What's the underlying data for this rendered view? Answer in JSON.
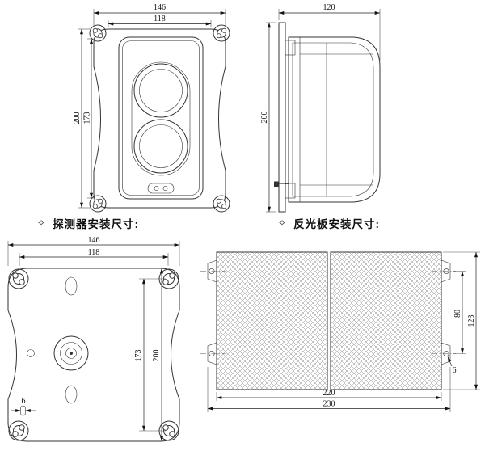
{
  "colors": {
    "ink": "#222222",
    "background": "#ffffff"
  },
  "sections": {
    "detector": {
      "bullet": "✧",
      "text": "探测器安装尺寸:"
    },
    "reflector": {
      "bullet": "✧",
      "text": "反光板安装尺寸:"
    }
  },
  "front_view": {
    "outer_width": "146",
    "hole_width": "118",
    "outer_height": "200",
    "hole_height": "173"
  },
  "side_view": {
    "depth": "120",
    "height": "200"
  },
  "plate_view": {
    "outer_width": "146",
    "hole_width": "118",
    "hole_height": "173",
    "outer_height": "200",
    "slot_width": "6"
  },
  "reflector_view": {
    "hole_spacing": "80",
    "outer_height": "123",
    "hole_dia": "6",
    "inner_width": "220",
    "outer_width": "230"
  }
}
